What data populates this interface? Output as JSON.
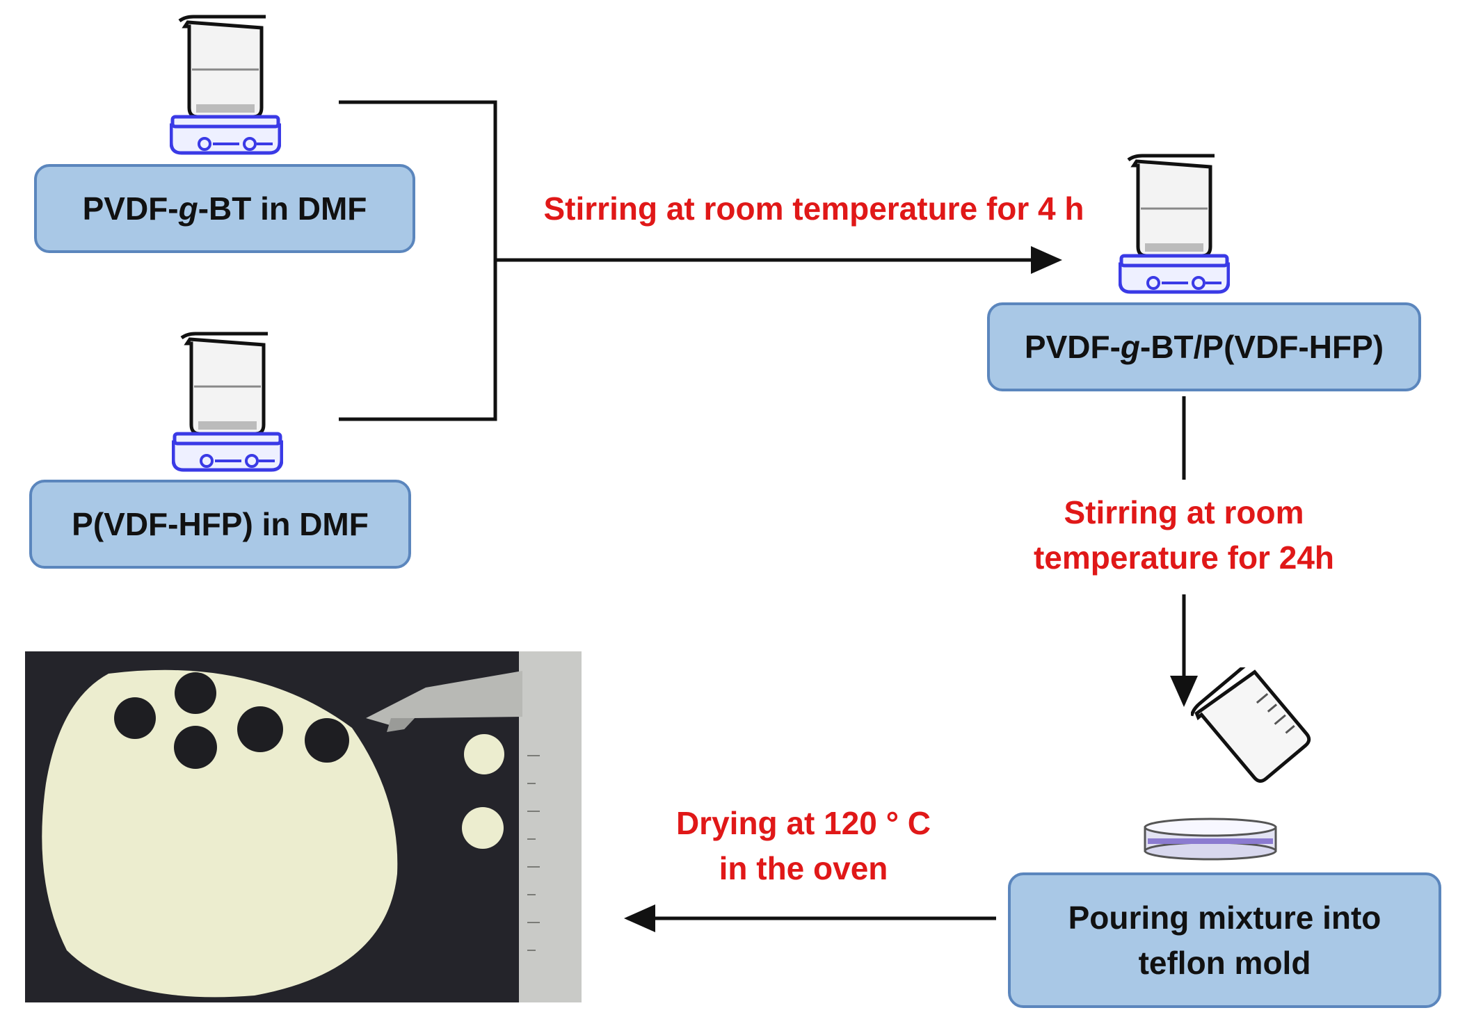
{
  "boxes": {
    "pvdf_g_bt": {
      "pre": "PVDF-",
      "italic": "g",
      "post": "-BT in DMF"
    },
    "pvdf_hfp": {
      "text": "P(VDF-HFP) in DMF"
    },
    "mixture": {
      "pre": "PVDF-",
      "italic": "g",
      "post": "-BT/P(VDF-HFP)"
    },
    "pouring": {
      "line1": "Pouring mixture into",
      "line2": "teflon mold"
    }
  },
  "steps": {
    "stir_4h": "Stirring at room temperature for 4 h",
    "stir_24h": {
      "line1": "Stirring at room",
      "line2": "temperature for 24h"
    },
    "drying": {
      "line1": "Drying at 120 ° C",
      "line2": "in the oven"
    }
  },
  "colors": {
    "box_fill": "#a9c8e6",
    "box_border": "#5b86bd",
    "step_text": "#e01818",
    "connector": "#111111",
    "stirrer": "#3a3ae6"
  },
  "icons": [
    "beaker-on-stirrer-icon",
    "pouring-beaker-icon",
    "petri-dish-icon"
  ]
}
